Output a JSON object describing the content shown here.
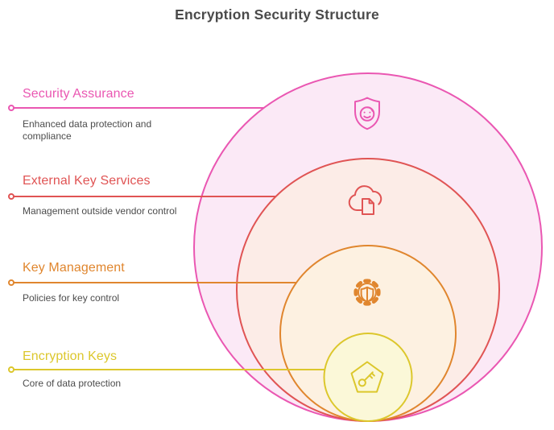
{
  "title": "Encryption Security Structure",
  "levels": [
    {
      "label": "Security Assurance",
      "description": "Enhanced data protection and compliance",
      "color": "#ea57b2",
      "fill": "#fbe9f6",
      "icon": "shield-smiley-icon"
    },
    {
      "label": "External Key Services",
      "description": "Management outside vendor control",
      "color": "#e05454",
      "fill": "#fcece7",
      "icon": "cloud-document-icon"
    },
    {
      "label": "Key Management",
      "description": "Policies for key control",
      "color": "#e0862e",
      "fill": "#fdf1e1",
      "icon": "gear-shield-icon"
    },
    {
      "label": "Encryption Keys",
      "description": "Core of data protection",
      "color": "#dcc72c",
      "fill": "#fbf8d8",
      "icon": "pentagon-key-icon"
    }
  ]
}
